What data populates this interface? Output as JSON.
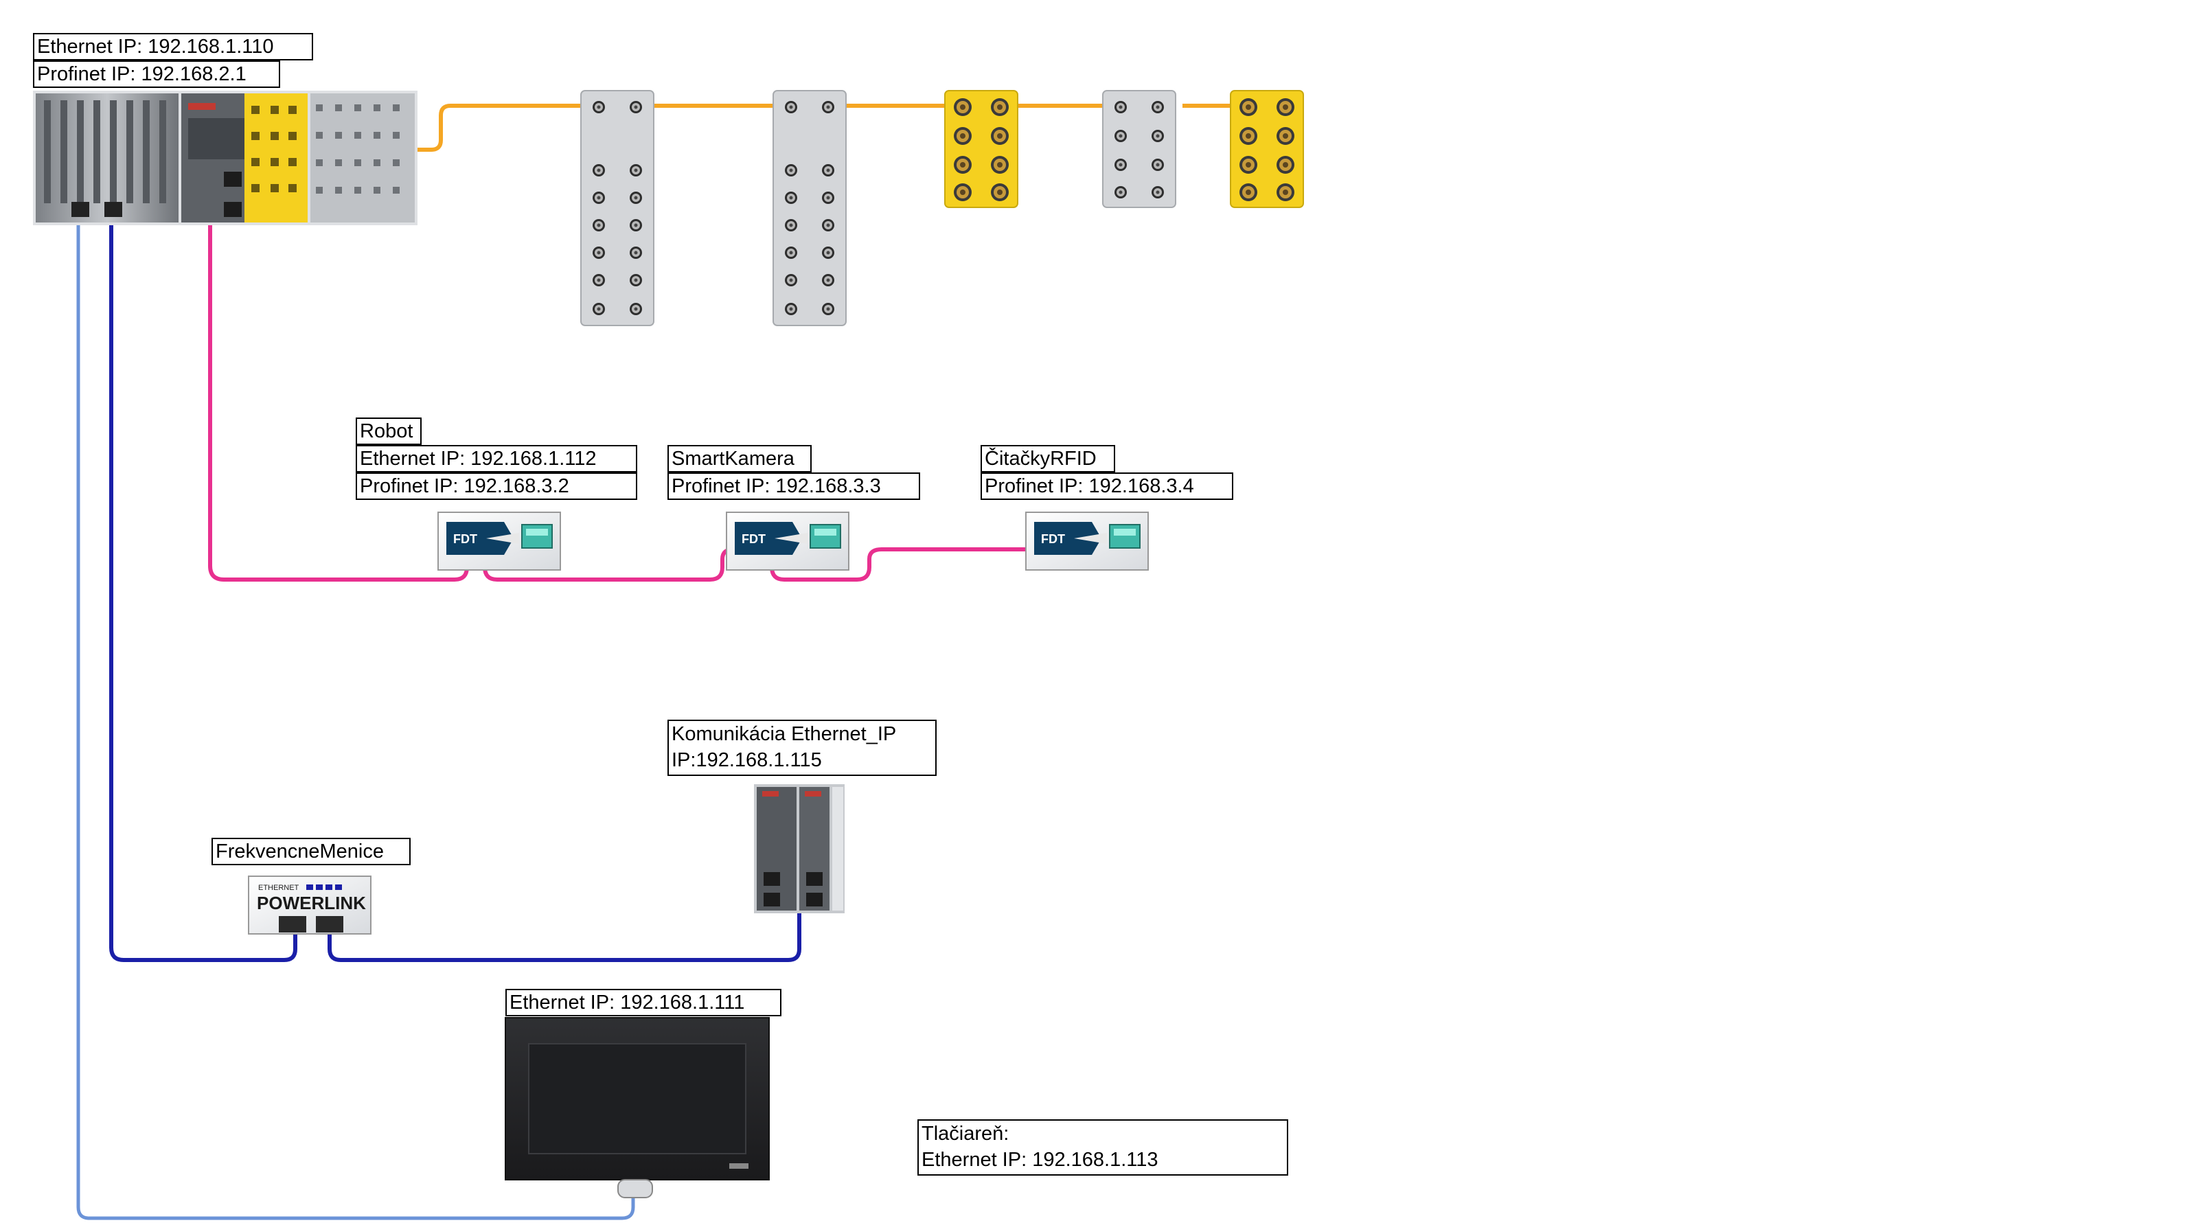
{
  "plc": {
    "ethernet_ip": "Ethernet IP: 192.168.1.110",
    "profinet_ip": "Profinet IP: 192.168.2.1"
  },
  "robot": {
    "name": "Robot",
    "ethernet_ip": "Ethernet IP: 192.168.1.112",
    "profinet_ip": "Profinet IP: 192.168.3.2"
  },
  "smart_camera": {
    "name": "SmartKamera",
    "profinet_ip": "Profinet IP: 192.168.3.3"
  },
  "rfid_readers": {
    "name": "ČitačkyRFID",
    "profinet_ip": "Profinet IP: 192.168.3.4"
  },
  "ethernet_ip_module": {
    "name": "Komunikácia Ethernet_IP",
    "ip": "IP:192.168.1.115"
  },
  "frequency_converters": {
    "name": "FrekvencneMenice",
    "logo_top": "ETHERNET",
    "logo_main": "POWERLINK"
  },
  "hmi_panel": {
    "ethernet_ip": "Ethernet IP: 192.168.1.111"
  },
  "printer": {
    "name": "Tlačiareň:",
    "ethernet_ip": "Ethernet IP: 192.168.1.113"
  },
  "fdt_logo": "FDT",
  "colors": {
    "powerlink_cable": "#f5a623",
    "profinet_cable": "#e8308f",
    "ethernet_ip_cable": "#1a1fa8",
    "ethernet_cable": "#6b93d8",
    "safety_module": "#f5d01f",
    "io_module_grey": "#d4d6d9",
    "fdt_blue": "#0d3f63"
  }
}
